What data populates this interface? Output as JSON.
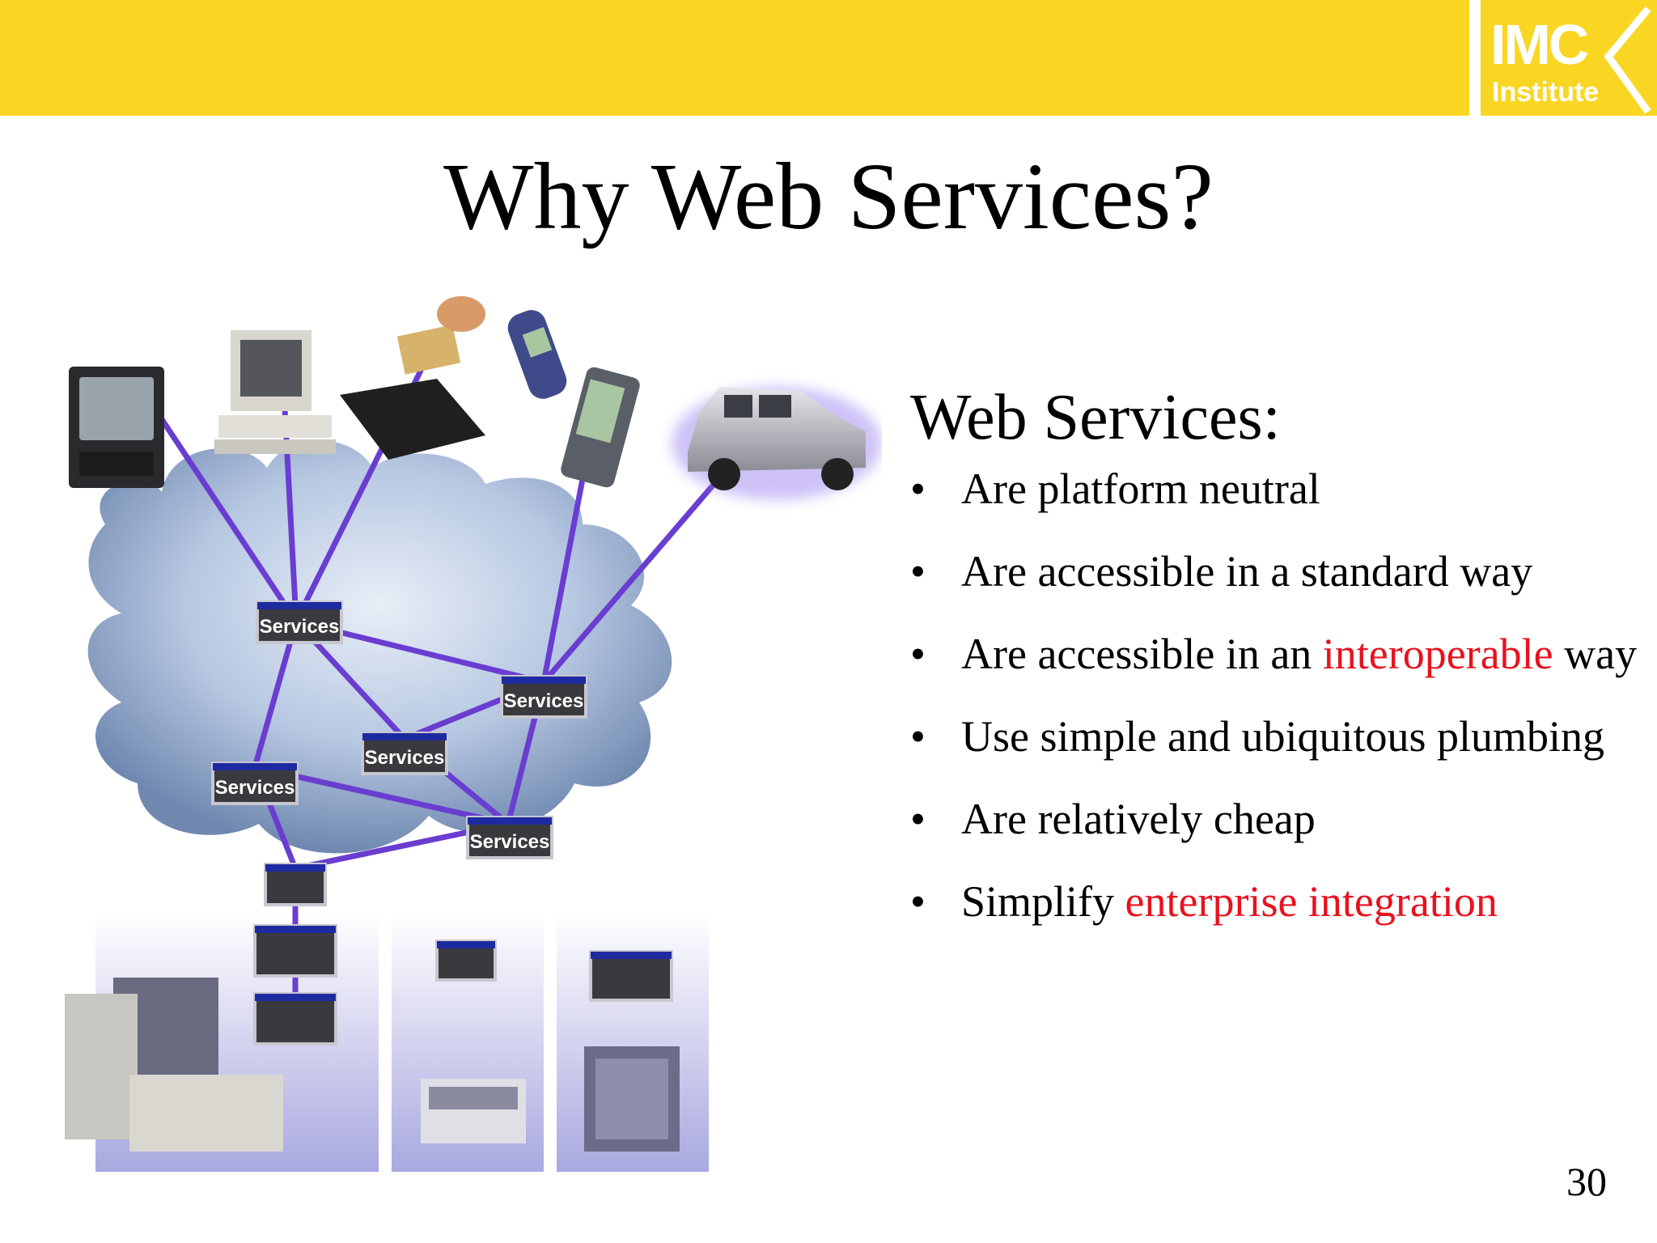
{
  "header": {
    "logo_text": "IMC",
    "logo_subtext": "Institute",
    "bar_color": "#f9d622"
  },
  "title": "Why Web Services?",
  "diagram": {
    "service_label": "Services"
  },
  "content": {
    "heading": "Web Services:",
    "bullet_symbol": "•",
    "bullets": [
      {
        "text": "Are platform neutral",
        "highlight": ""
      },
      {
        "text": "Are accessible in a standard way",
        "highlight": ""
      },
      {
        "text": "Are accessible in an ",
        "highlight": "interoperable",
        "tail": " way"
      },
      {
        "text": "Use simple and ubiquitous plumbing",
        "highlight": ""
      },
      {
        "text": "Are relatively cheap",
        "highlight": ""
      },
      {
        "text": "Simplify ",
        "highlight": "enterprise integration"
      }
    ],
    "highlight_color": "#e8121e"
  },
  "page_number": "30"
}
